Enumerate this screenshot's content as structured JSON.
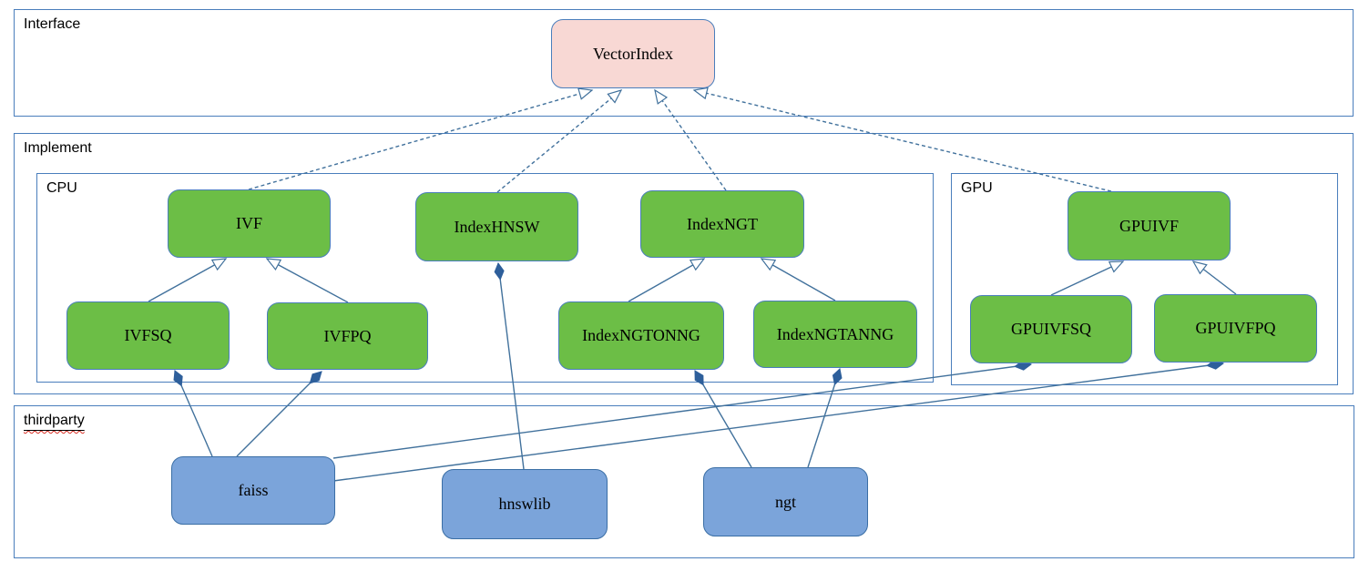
{
  "diagram": {
    "layers": {
      "interface": {
        "label": "Interface"
      },
      "implement": {
        "label": "Implement"
      },
      "cpu": {
        "label": "CPU"
      },
      "gpu": {
        "label": "GPU"
      },
      "thirdparty": {
        "label": "thirdparty"
      }
    },
    "nodes": {
      "vectorindex": {
        "label": "VectorIndex",
        "layer": "interface"
      },
      "ivf": {
        "label": "IVF",
        "layer": "cpu"
      },
      "indexhnsw": {
        "label": "IndexHNSW",
        "layer": "cpu"
      },
      "indexngt": {
        "label": "IndexNGT",
        "layer": "cpu"
      },
      "ivfsq": {
        "label": "IVFSQ",
        "layer": "cpu"
      },
      "ivfpq": {
        "label": "IVFPQ",
        "layer": "cpu"
      },
      "indexngtonng": {
        "label": "IndexNGTONNG",
        "layer": "cpu"
      },
      "indexngtanng": {
        "label": "IndexNGTANNG",
        "layer": "cpu"
      },
      "gpuivf": {
        "label": "GPUIVF",
        "layer": "gpu"
      },
      "gpuivfsq": {
        "label": "GPUIVFSQ",
        "layer": "gpu"
      },
      "gpuivfpq": {
        "label": "GPUIVFPQ",
        "layer": "gpu"
      },
      "faiss": {
        "label": "faiss",
        "layer": "thirdparty"
      },
      "hnswlib": {
        "label": "hnswlib",
        "layer": "thirdparty"
      },
      "ngt": {
        "label": "ngt",
        "layer": "thirdparty"
      }
    },
    "relations": [
      {
        "type": "realization",
        "from": "IVF",
        "to": "VectorIndex",
        "line": "dashed",
        "head": "hollow-arrow"
      },
      {
        "type": "realization",
        "from": "IndexHNSW",
        "to": "VectorIndex",
        "line": "dashed",
        "head": "hollow-arrow"
      },
      {
        "type": "realization",
        "from": "IndexNGT",
        "to": "VectorIndex",
        "line": "dashed",
        "head": "hollow-arrow"
      },
      {
        "type": "realization",
        "from": "GPUIVF",
        "to": "VectorIndex",
        "line": "dashed",
        "head": "hollow-arrow"
      },
      {
        "type": "generalization",
        "from": "IVFSQ",
        "to": "IVF",
        "line": "solid",
        "head": "hollow-arrow"
      },
      {
        "type": "generalization",
        "from": "IVFPQ",
        "to": "IVF",
        "line": "solid",
        "head": "hollow-arrow"
      },
      {
        "type": "generalization",
        "from": "IndexNGTONNG",
        "to": "IndexNGT",
        "line": "solid",
        "head": "hollow-arrow"
      },
      {
        "type": "generalization",
        "from": "IndexNGTANNG",
        "to": "IndexNGT",
        "line": "solid",
        "head": "hollow-arrow"
      },
      {
        "type": "generalization",
        "from": "GPUIVFSQ",
        "to": "GPUIVF",
        "line": "solid",
        "head": "hollow-arrow"
      },
      {
        "type": "generalization",
        "from": "GPUIVFPQ",
        "to": "GPUIVF",
        "line": "solid",
        "head": "hollow-arrow"
      },
      {
        "type": "composition",
        "from": "faiss",
        "to": "IVFSQ",
        "line": "solid",
        "head": "filled-diamond"
      },
      {
        "type": "composition",
        "from": "faiss",
        "to": "IVFPQ",
        "line": "solid",
        "head": "filled-diamond"
      },
      {
        "type": "composition",
        "from": "faiss",
        "to": "GPUIVFSQ",
        "line": "solid",
        "head": "filled-diamond"
      },
      {
        "type": "composition",
        "from": "faiss",
        "to": "GPUIVFPQ",
        "line": "solid",
        "head": "filled-diamond"
      },
      {
        "type": "composition",
        "from": "hnswlib",
        "to": "IndexHNSW",
        "line": "solid",
        "head": "filled-diamond"
      },
      {
        "type": "composition",
        "from": "ngt",
        "to": "IndexNGTONNG",
        "line": "solid",
        "head": "filled-diamond"
      },
      {
        "type": "composition",
        "from": "ngt",
        "to": "IndexNGTANNG",
        "line": "solid",
        "head": "filled-diamond"
      }
    ],
    "colors": {
      "interface_node_fill": "#f8d8d4",
      "implementation_node_fill": "#6cbe46",
      "thirdparty_node_fill": "#7ba4da",
      "node_border": "#4a7ebc",
      "container_border": "#4a7ebc",
      "connector": "#41719c",
      "diamond_fill": "#2e5f9b",
      "spellcheck_underline": "#d93025",
      "text": "#000000",
      "background": "#ffffff"
    }
  }
}
